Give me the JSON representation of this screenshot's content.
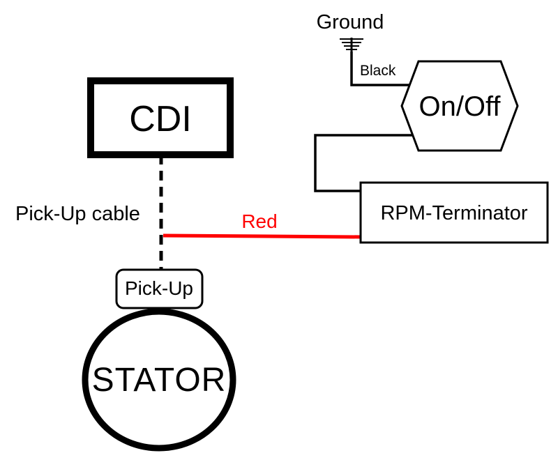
{
  "diagram": {
    "nodes": {
      "cdi": {
        "label": "CDI"
      },
      "pickup": {
        "label": "Pick-Up"
      },
      "stator": {
        "label": "STATOR"
      },
      "onoff": {
        "label": "On/Off"
      },
      "rpm_terminator": {
        "label": "RPM-Terminator"
      },
      "ground": {
        "label": "Ground"
      }
    },
    "edges": {
      "pickup_cable": {
        "label": "Pick-Up cable",
        "from": "CDI",
        "to": "Pick-Up",
        "style": "dashed"
      },
      "red_wire": {
        "label": "Red",
        "from": "Pick-Up cable",
        "to": "RPM-Terminator",
        "color": "#ff0000"
      },
      "black_wire": {
        "label": "Black",
        "from": "Ground",
        "to": "On/Off"
      },
      "onoff_to_rpm": {
        "from": "On/Off",
        "to": "RPM-Terminator"
      }
    }
  },
  "colors": {
    "stroke": "#000000",
    "red_wire": "#ff0000",
    "background": "#ffffff"
  }
}
